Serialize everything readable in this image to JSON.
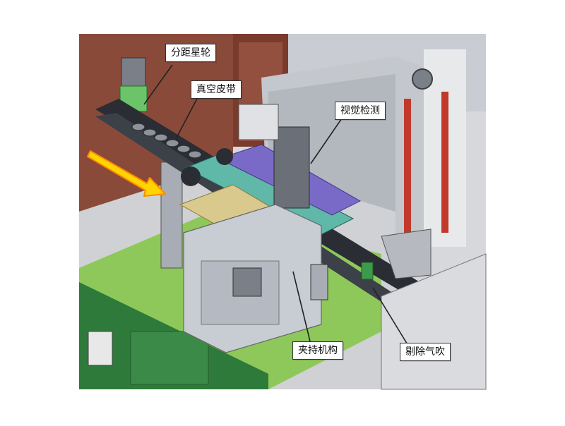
{
  "figure": {
    "description_labels": [
      {
        "id": "spacing-star-wheel",
        "text": "分距星轮"
      },
      {
        "id": "vacuum-belt",
        "text": "真空皮带"
      },
      {
        "id": "vision-inspection",
        "text": "视觉检测"
      },
      {
        "id": "clamping-mechanism",
        "text": "夹持机构"
      },
      {
        "id": "reject-air-blow",
        "text": "剔除气吹"
      }
    ],
    "colors": {
      "wall": "#8a4a3a",
      "floor": "#d8d8d8",
      "table_green": "#8ec85a",
      "cabinet_green": "#2e7a3a",
      "frame_gray": "#b8bcc4",
      "belt_dark": "#2a2d33",
      "plate_teal": "#5fb8a8",
      "plate_tan": "#d9c98c",
      "arrow": "#ffd400",
      "arrow_edge": "#ff8a00",
      "rail_red": "#c0392b"
    }
  }
}
